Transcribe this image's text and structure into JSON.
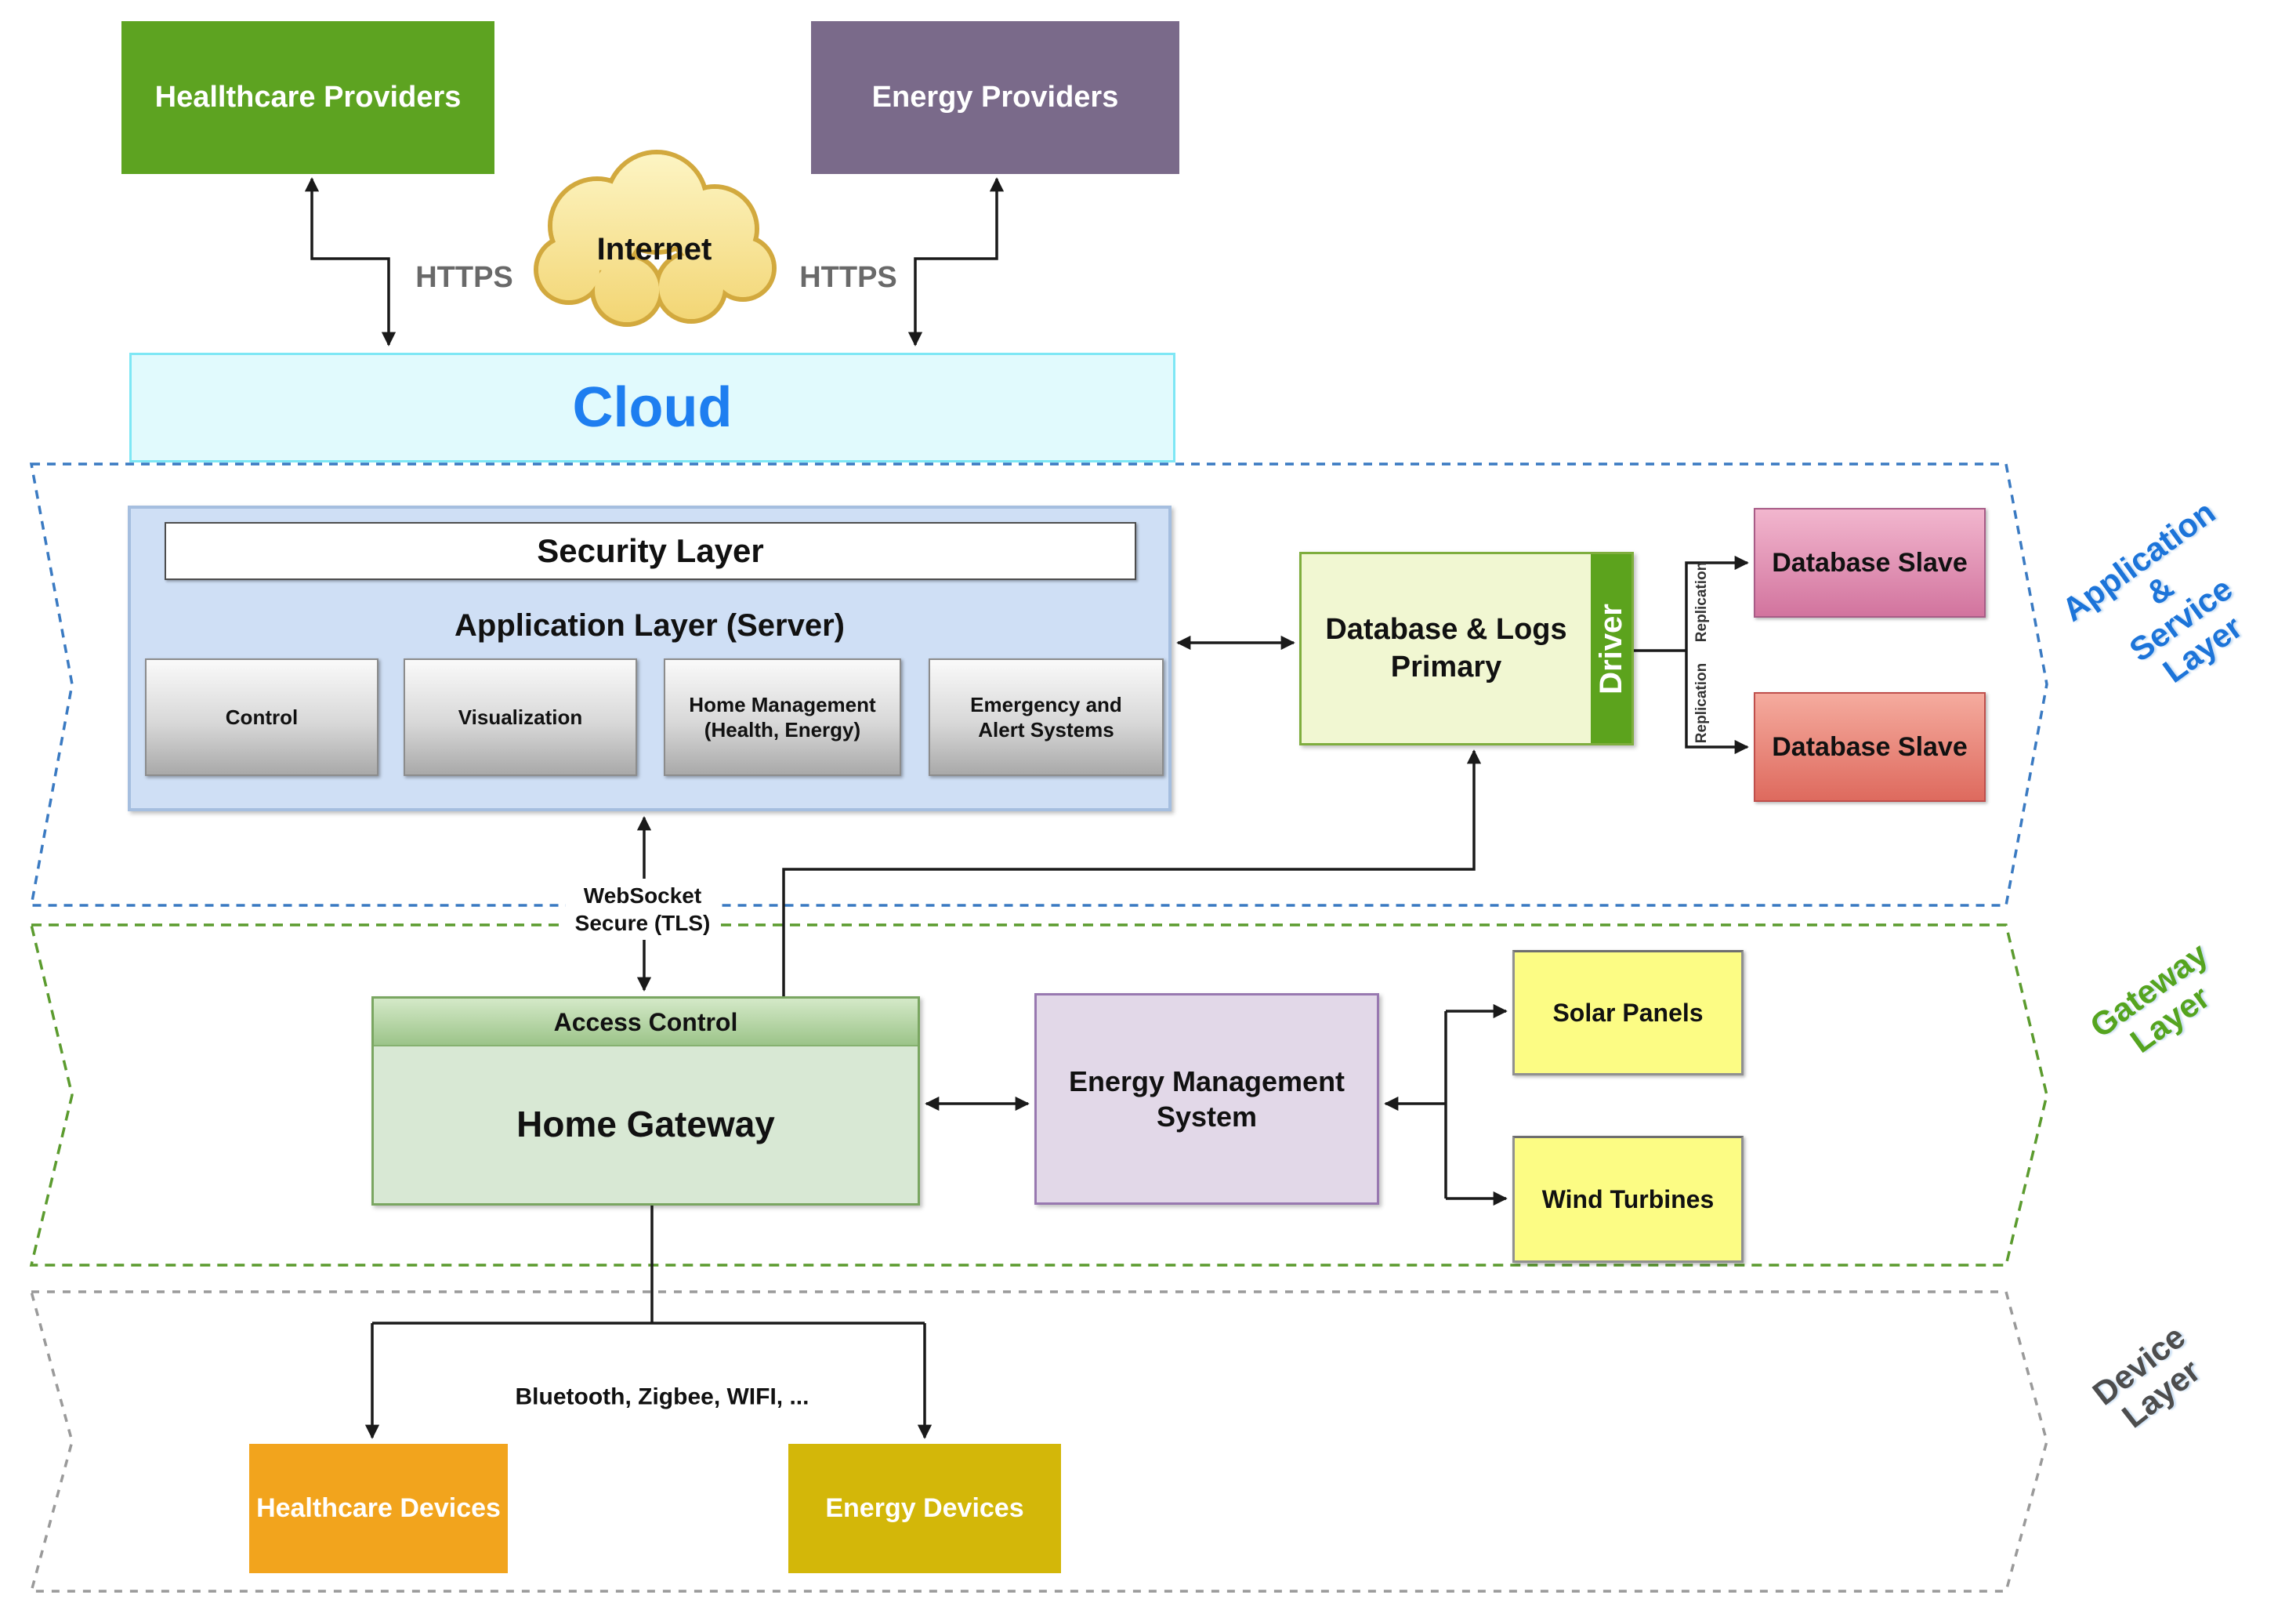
{
  "external": {
    "healthcare_providers": "Heallthcare Providers",
    "energy_providers": "Energy Providers",
    "internet": "Internet",
    "https_left": "HTTPS",
    "https_right": "HTTPS",
    "cloud": "Cloud"
  },
  "application_layer": {
    "security_layer": "Security Layer",
    "title": "Application Layer (Server)",
    "modules": [
      "Control",
      "Visualization",
      "Home Management\n(Health, Energy)",
      "Emergency and\nAlert Systems"
    ]
  },
  "database": {
    "primary": "Database & Logs\nPrimary",
    "driver": "Driver",
    "replication_top": "Replication",
    "replication_bottom": "Replication",
    "slave_top": "Database Slave",
    "slave_bottom": "Database Slave"
  },
  "connections": {
    "websocket": "WebSocket\nSecure (TLS)",
    "device_protocols": "Bluetooth, Zigbee, WIFI, ..."
  },
  "gateway_layer": {
    "access_control": "Access Control",
    "home_gateway": "Home Gateway",
    "energy_management": "Energy Management\nSystem",
    "solar_panels": "Solar Panels",
    "wind_turbines": "Wind Turbines"
  },
  "device_layer": {
    "healthcare_devices": "Healthcare Devices",
    "energy_devices": "Energy Devices"
  },
  "band_labels": {
    "application": "Application &\nService Layer",
    "gateway": "Gateway Layer",
    "device": "Device Layer"
  },
  "palette": {
    "healthcare_green": "#5da321",
    "energy_purple": "#7a6a8a",
    "cloud_fill": "#e1fafd",
    "cloud_border": "#7ee7f5",
    "cloud_text_blue": "#1e7ef0",
    "internet_cloud_fill": "#f9e49a",
    "internet_cloud_border": "#d2a93e",
    "app_box_fill": "#cfdff5",
    "db_primary_fill": "#f1f7d2",
    "driver_green": "#5ca31d",
    "slave_pink": "#d2749e",
    "slave_red": "#de6a5e",
    "gateway_fill": "#d8e8d4",
    "access_strip_green": "#9cc489",
    "ems_fill": "#e2d8e8",
    "renewable_yellow": "#fcfc84",
    "healthcare_device_orange": "#f2a41d",
    "energy_device_yellow": "#d3b709",
    "band_blue": "#3a7ac2",
    "band_green": "#5b9b2e",
    "band_gray": "#9a9a9a",
    "label_blue": "#1c74d9",
    "label_green": "#55a41f",
    "label_gray": "#4d4d4d",
    "https_gray": "#696969"
  }
}
